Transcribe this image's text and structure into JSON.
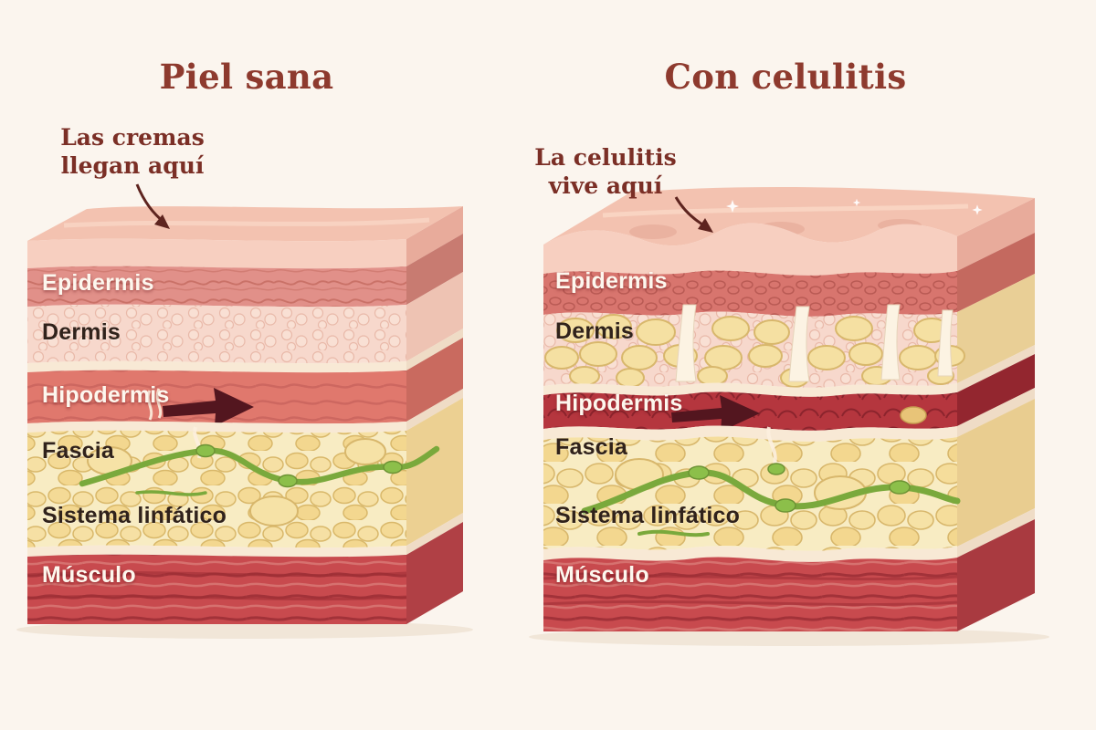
{
  "background_color": "#fbf5ee",
  "palette": {
    "title_text": "#8e3a2e",
    "annotation_text": "#7b2f26",
    "depth_arrow": "#53161f",
    "skin_peach": "#f3c2b0",
    "epidermis_rose": "#e19089",
    "epidermis_cellulite": "#d8756e",
    "dermis_pink": "#f7d8cc",
    "hipodermis_salmon": "#e0786d",
    "hipodermis_cellulite_red": "#b5363e",
    "fat_yellow": "#f4da96",
    "lymph_green": "#7aa93c",
    "muscle_red": "#c84a4e",
    "separator_cream": "#f8e9d5",
    "label_light": "#fdf7ee",
    "label_dark": "#30221b"
  },
  "layers": [
    "Epidermis",
    "Dermis",
    "Hipodermis",
    "Fascia",
    "Sistema linfático",
    "Músculo"
  ],
  "panels": {
    "healthy": {
      "title": "Piel sana",
      "annotation": {
        "line1": "Las cremas",
        "line2": "llegan aquí"
      }
    },
    "cellulite": {
      "title": "Con celulitis",
      "annotation": {
        "line1": "La celulitis",
        "line2": "vive aquí"
      }
    }
  },
  "icons": {
    "healthy_depth_arrow": "thick-right-arrow",
    "cellulite_depth_arrow": "thick-right-arrow",
    "healthy_annotation_pointer": "curved-down-arrow",
    "cellulite_annotation_pointer": "curved-down-arrow",
    "sparkle": "four-point-star"
  }
}
